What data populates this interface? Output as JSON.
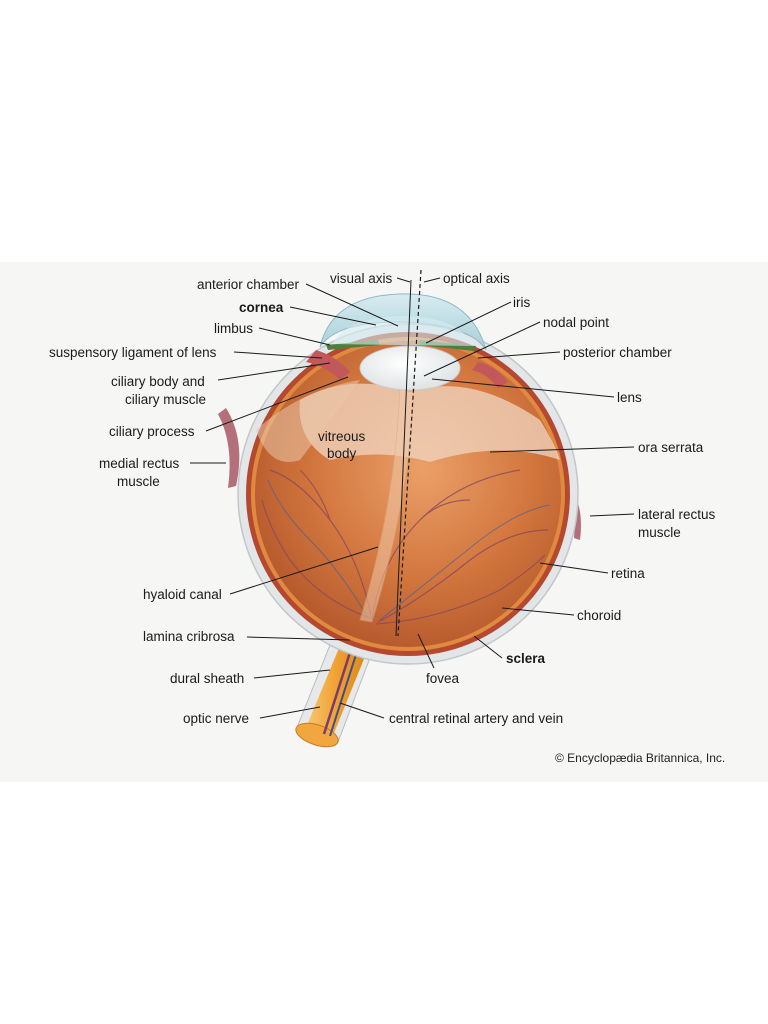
{
  "labels": {
    "visual_axis": "visual axis",
    "optical_axis": "optical axis",
    "anterior_chamber": "anterior chamber",
    "cornea": "cornea",
    "iris": "iris",
    "nodal_point": "nodal point",
    "limbus": "limbus",
    "suspensory_ligament": "suspensory ligament of lens",
    "posterior_chamber": "posterior chamber",
    "ciliary_body_1": "ciliary body and",
    "ciliary_body_2": "ciliary muscle",
    "lens": "lens",
    "ciliary_process": "ciliary process",
    "vitreous_1": "vitreous",
    "vitreous_2": "body",
    "ora_serrata": "ora serrata",
    "medial_rectus_1": "medial rectus",
    "medial_rectus_2": "muscle",
    "lateral_rectus_1": "lateral rectus",
    "lateral_rectus_2": "muscle",
    "retina": "retina",
    "hyaloid_canal": "hyaloid canal",
    "choroid": "choroid",
    "lamina_cribrosa": "lamina cribrosa",
    "sclera": "sclera",
    "dural_sheath": "dural sheath",
    "fovea": "fovea",
    "optic_nerve": "optic nerve",
    "central_retinal": "central retinal artery and vein"
  },
  "credit": "© Encyclopædia Britannica, Inc.",
  "colors": {
    "vitreous": "#c9642e",
    "vitreous_light": "#e89a62",
    "sclera": "#e4e6e8",
    "choroid": "#b0452e",
    "cornea": "#bcdde6",
    "lens": "#f6f6f2",
    "optic_nerve": "#f2a63a",
    "muscle": "#b4707a"
  }
}
